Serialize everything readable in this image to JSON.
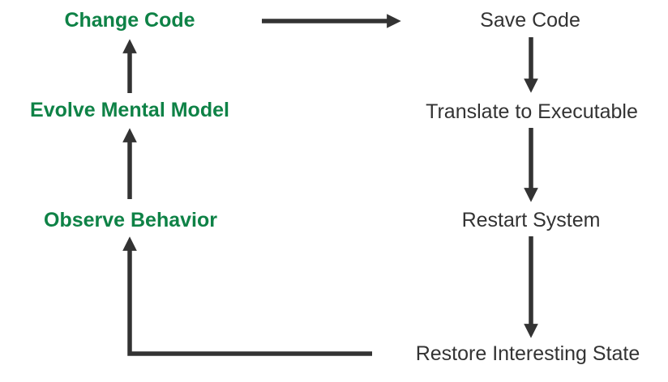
{
  "diagram": {
    "title": "edit-compile-run feedback loop",
    "background_color": "#ffffff",
    "colors": {
      "mental_loop_text": "#0E8246",
      "system_step_text": "#333333",
      "arrow": "#333333"
    },
    "nodes": [
      {
        "id": "change-code",
        "label": "Change Code",
        "column": "left",
        "style": "green-bold"
      },
      {
        "id": "evolve-mental-model",
        "label": "Evolve Mental Model",
        "column": "left",
        "style": "green-bold"
      },
      {
        "id": "observe-behavior",
        "label": "Observe Behavior",
        "column": "left",
        "style": "green-bold"
      },
      {
        "id": "save-code",
        "label": "Save Code",
        "column": "right",
        "style": "gray-regular"
      },
      {
        "id": "translate-to-executable",
        "label": "Translate to Executable",
        "column": "right",
        "style": "gray-regular"
      },
      {
        "id": "restart-system",
        "label": "Restart System",
        "column": "right",
        "style": "gray-regular"
      },
      {
        "id": "restore-interesting-state",
        "label": "Restore Interesting State",
        "column": "right",
        "style": "gray-regular"
      }
    ],
    "edges": [
      {
        "from": "change-code",
        "to": "save-code",
        "shape": "horizontal-right"
      },
      {
        "from": "save-code",
        "to": "translate-to-executable",
        "shape": "vertical-down"
      },
      {
        "from": "translate-to-executable",
        "to": "restart-system",
        "shape": "vertical-down"
      },
      {
        "from": "restart-system",
        "to": "restore-interesting-state",
        "shape": "vertical-down"
      },
      {
        "from": "restore-interesting-state",
        "to": "observe-behavior",
        "shape": "elbow-left-then-up"
      },
      {
        "from": "observe-behavior",
        "to": "evolve-mental-model",
        "shape": "vertical-up"
      },
      {
        "from": "evolve-mental-model",
        "to": "change-code",
        "shape": "vertical-up"
      }
    ]
  }
}
